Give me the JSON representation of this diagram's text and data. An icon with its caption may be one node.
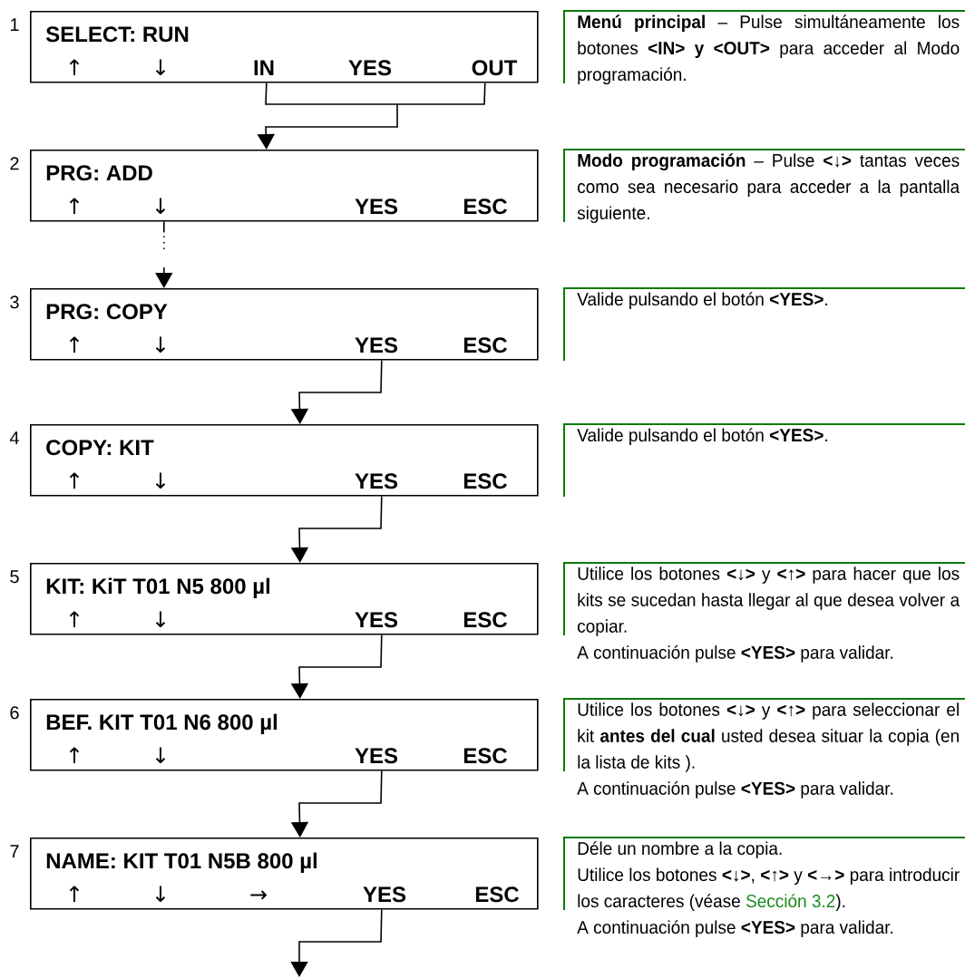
{
  "diagram": {
    "nodes": [
      {
        "text": [
          "SELECT: RUN",
          "↑",
          "↓",
          "IN",
          "YES",
          "OUT"
        ],
        "beside": [
          "1"
        ]
      },
      {
        "text": [
          "PRG: ADD",
          "↑",
          "↓",
          "YES",
          "ESC"
        ],
        "beside": [
          "2"
        ]
      },
      {
        "text": [
          "PRG: COPY",
          "↑",
          "↓",
          "YES",
          "ESC"
        ],
        "beside": [
          "3"
        ]
      },
      {
        "text": [
          "COPY: KIT",
          "↑",
          "↓",
          "YES",
          "ESC"
        ],
        "beside": [
          "4"
        ]
      },
      {
        "text": [
          "KIT: KiT T01 N5 800 µl",
          "↑",
          "↓",
          "YES",
          "ESC"
        ],
        "beside": [
          "5"
        ]
      },
      {
        "text": [
          "BEF. KIT  T01 N6 800 µl",
          "↑",
          "↓",
          "YES",
          "ESC"
        ],
        "beside": [
          "6"
        ]
      },
      {
        "text": [
          "NAME: KIT T01 N5B 800 µl",
          "↑",
          "↓",
          "→",
          "YES",
          "ESC"
        ],
        "beside": [
          "7"
        ]
      }
    ],
    "edges": [
      {
        "from": 0,
        "to": 1,
        "arrow": "to"
      },
      {
        "from": 1,
        "to": 2,
        "arrow": "to",
        "style": "dashed"
      },
      {
        "from": 2,
        "to": 3,
        "arrow": "to"
      },
      {
        "from": 3,
        "to": 4,
        "arrow": "to"
      },
      {
        "from": 4,
        "to": 5,
        "arrow": "to"
      },
      {
        "from": 5,
        "to": 6,
        "arrow": "to"
      },
      {
        "from": 6,
        "to": null,
        "arrow": "to"
      }
    ],
    "labels": [
      "**Menú principal** – Pulse simultáneamente los botones **<IN> y <OUT>** para acceder al Modo programación.",
      "**Modo programación** – Pulse **<↓>** tantas veces como sea necesario para acceder a la pantalla siguiente.",
      "Valide pulsando el botón **<YES>**.",
      "Valide pulsando el botón **<YES>**.",
      "Utilice los botones **<↓>** y **<↑>** para hacer que los kits se sucedan hasta llegar al que desea volver a copiar.",
      "A continuación pulse **<YES>** para validar.",
      "Utilice los botones **<↓>** y **<↑>** para seleccionar el kit **antes del cual** usted desea situar la copia (en la lista de kits ).",
      "A continuación pulse **<YES>** para validar.",
      "Déle un nombre a la copia.",
      "Utilice los botones **<↓>**, **<↑>** y **<→>** para introducir los caracteres (véase",
      "Sección 3.2",
      ").",
      "A continuación pulse **<YES>** para validar."
    ]
  }
}
